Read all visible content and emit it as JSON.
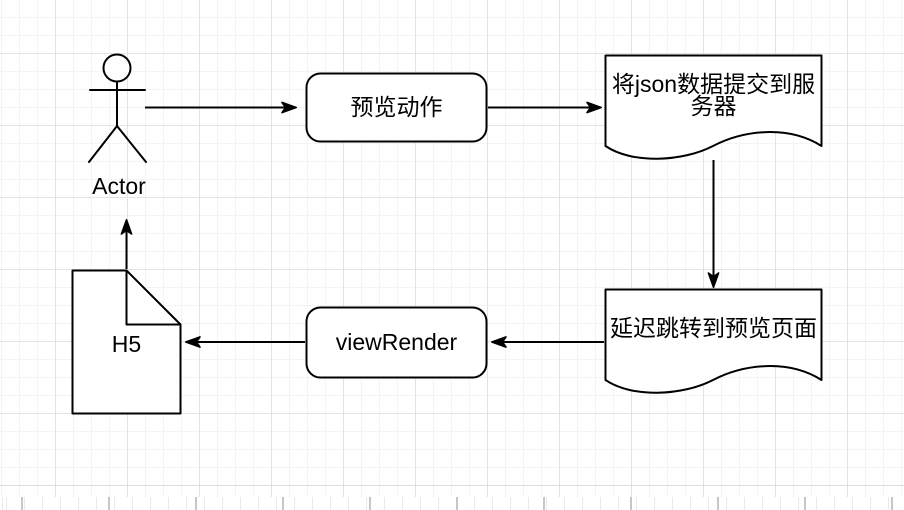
{
  "canvas": {
    "background_color": "#ffffff",
    "grid_minor_color": "#f4f4f4",
    "grid_major_color": "#e3e3e3",
    "shape_stroke_color": "#000000",
    "shape_fill_color": "#ffffff",
    "text_color": "#000000"
  },
  "nodes": {
    "actor": {
      "type": "actor",
      "label": "Actor"
    },
    "preview_action": {
      "type": "rounded-rectangle",
      "label": "预览动作"
    },
    "submit_json": {
      "type": "document",
      "label": "将json数据提交到服务器",
      "lines": [
        "将json数据提交到服",
        "务器"
      ]
    },
    "delay_redirect": {
      "type": "document",
      "label": "延迟跳转到预览页面"
    },
    "view_render": {
      "type": "rounded-rectangle",
      "label": "viewRender"
    },
    "h5": {
      "type": "note",
      "label": "H5"
    }
  },
  "edges": [
    {
      "from": "actor",
      "to": "preview_action",
      "direction": "right"
    },
    {
      "from": "preview_action",
      "to": "submit_json",
      "direction": "right"
    },
    {
      "from": "submit_json",
      "to": "delay_redirect",
      "direction": "down"
    },
    {
      "from": "delay_redirect",
      "to": "view_render",
      "direction": "left"
    },
    {
      "from": "view_render",
      "to": "h5",
      "direction": "left"
    },
    {
      "from": "h5",
      "to": "actor",
      "direction": "up"
    }
  ]
}
